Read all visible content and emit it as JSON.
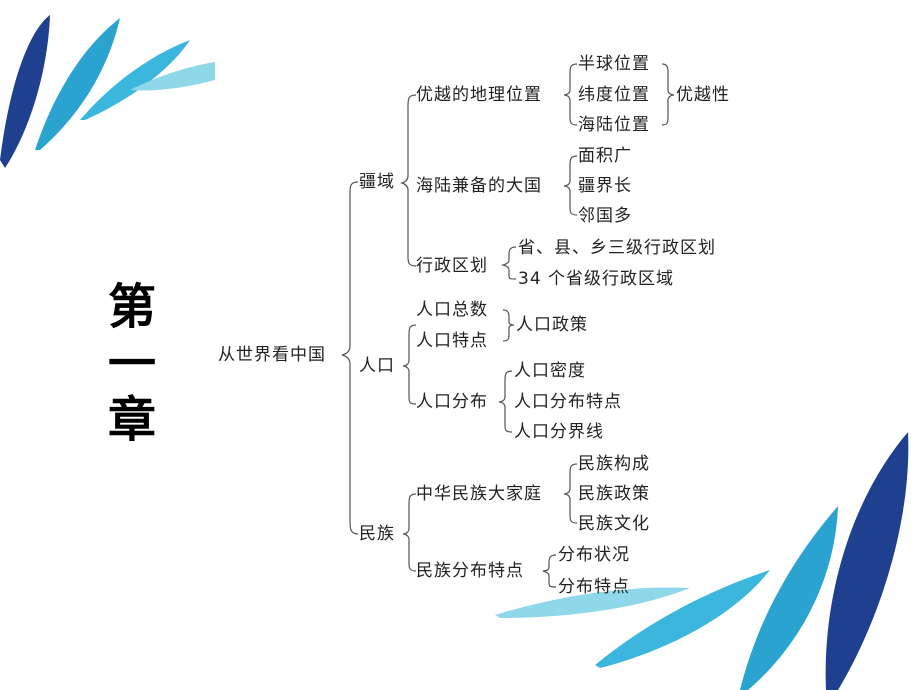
{
  "chapter": [
    "第",
    "一",
    "章"
  ],
  "root": "从世界看中国",
  "branches": {
    "jiangyu": "疆域",
    "renkou": "人口",
    "minzu": "民族"
  },
  "jiangyu": {
    "youyue": "优越的地理位置",
    "youyue_items": [
      "半球位置",
      "纬度位置",
      "海陆位置"
    ],
    "youyue_result": "优越性",
    "haiLu": "海陆兼备的大国",
    "haiLu_items": [
      "面积广",
      "疆界长",
      "邻国多"
    ],
    "xingzheng": "行政区划",
    "xingzheng_items": [
      "省、县、乡三级行政区划",
      "34 个省级行政区域"
    ]
  },
  "renkou": {
    "zongshu": "人口总数",
    "tedian": "人口特点",
    "zhengce": "人口政策",
    "fenbu": "人口分布",
    "fenbu_items": [
      "人口密度",
      "人口分布特点",
      "人口分界线"
    ]
  },
  "minzu": {
    "dajiating": "中华民族大家庭",
    "dajiating_items": [
      "民族构成",
      "民族政策",
      "民族文化"
    ],
    "fenbu": "民族分布特点",
    "fenbu_items": [
      "分布状况",
      "分布特点"
    ]
  },
  "colors": {
    "dark_blue": "#1f3f8f",
    "mid_blue": "#2aa3d0",
    "light_blue": "#8ed8ea"
  }
}
